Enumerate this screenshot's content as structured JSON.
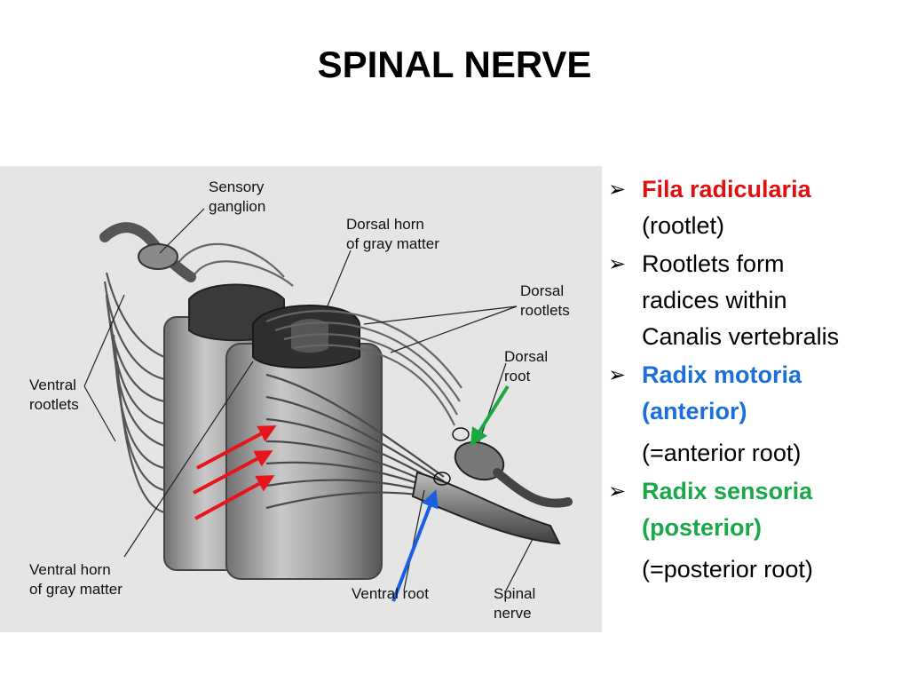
{
  "slide": {
    "title": "SPINAL NERVE"
  },
  "figure": {
    "labels": {
      "sensory_ganglion": [
        "Sensory",
        "ganglion"
      ],
      "dorsal_horn": [
        "Dorsal horn",
        "of gray matter"
      ],
      "dorsal_rootlets": [
        "Dorsal",
        "rootlets"
      ],
      "dorsal_root": [
        "Dorsal",
        "root"
      ],
      "ventral_rootlets": [
        "Ventral",
        "rootlets"
      ],
      "ventral_horn": [
        "Ventral horn",
        "of gray matter"
      ],
      "ventral_root": "Ventral  root",
      "spinal_nerve": [
        "Spinal",
        "nerve"
      ]
    },
    "arrow_colors": {
      "red": "#e8141c",
      "blue": "#1a5fe0",
      "green": "#19a83e"
    }
  },
  "bullets": {
    "items": [
      {
        "lines": [
          "Fila radicularia"
        ],
        "sub": [
          "(rootlet)"
        ],
        "style": "red"
      },
      {
        "lines": [
          "Rootlets form",
          "radices within",
          "Canalis vertebralis"
        ],
        "style": "black"
      },
      {
        "lines": [
          "Radix motoria",
          "(anterior)"
        ],
        "note": "(=anterior root)",
        "style": "blue"
      },
      {
        "lines": [
          "Radix sensoria",
          "(posterior)"
        ],
        "note": "(=posterior root)",
        "style": "green"
      }
    ],
    "marker_icon": "arrow-bullet-icon"
  },
  "colors": {
    "red_text": "#e01010",
    "blue_text": "#1a6fd8",
    "green_text": "#1aa84a"
  }
}
